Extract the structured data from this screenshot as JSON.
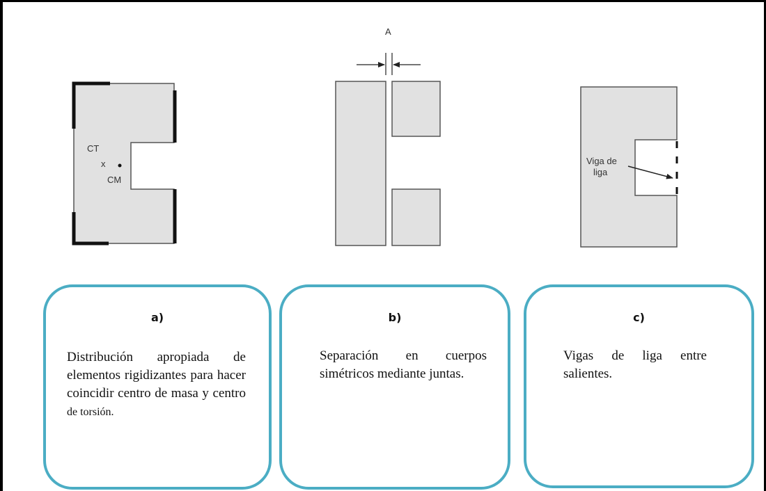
{
  "figure": {
    "panel_a": {
      "label_ct": "CT",
      "label_x": "x",
      "label_cm": "CM"
    },
    "panel_b": {
      "label_gap": "A"
    },
    "panel_c": {
      "label_beam_1": "Viga de",
      "label_beam_2": "liga"
    }
  },
  "cards": [
    {
      "letter": "a)",
      "text_main": "Distribución apropiada de elementos rigidizantes para hacer coincidir centro de masa y centro",
      "text_small": "de torsión."
    },
    {
      "letter": "b)",
      "text_main": "Separación en cuerpos simétricos mediante juntas."
    },
    {
      "letter": "c)",
      "text_main": "Vigas de liga entre salientes."
    }
  ],
  "colors": {
    "card_border": "#4badc4",
    "shape_fill": "#e1e1e1",
    "stroke": "#555555"
  }
}
